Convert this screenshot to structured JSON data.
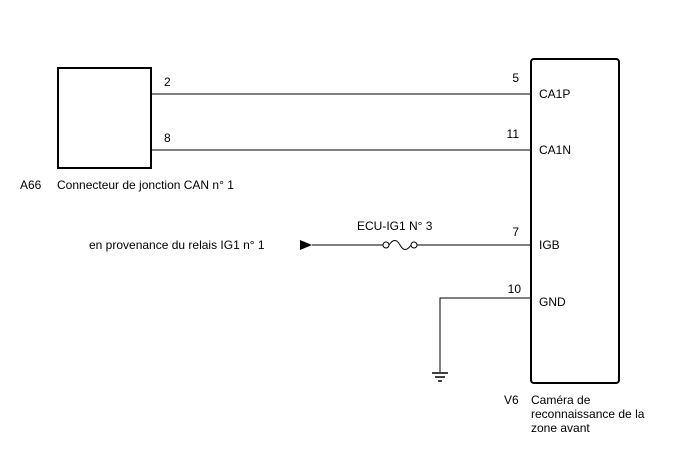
{
  "connectors": {
    "a66": {
      "code": "A66",
      "label": "Connecteur de jonction CAN n° 1",
      "pins": {
        "can_high": "2",
        "can_low": "8"
      }
    },
    "v6": {
      "code": "V6",
      "label_lines": [
        "Caméra de",
        "reconnaissance de la",
        "zone avant"
      ],
      "pins": {
        "ca1p": {
          "number": "5",
          "name": "CA1P"
        },
        "ca1n": {
          "number": "11",
          "name": "CA1N"
        },
        "igb": {
          "number": "7",
          "name": "IGB"
        },
        "gnd": {
          "number": "10",
          "name": "GND"
        }
      }
    }
  },
  "power_source": {
    "label": "en provenance du relais IG1 n° 1"
  },
  "fuse": {
    "label": "ECU-IG1 N° 3"
  },
  "colors": {
    "line": "#000000",
    "background": "#ffffff"
  }
}
